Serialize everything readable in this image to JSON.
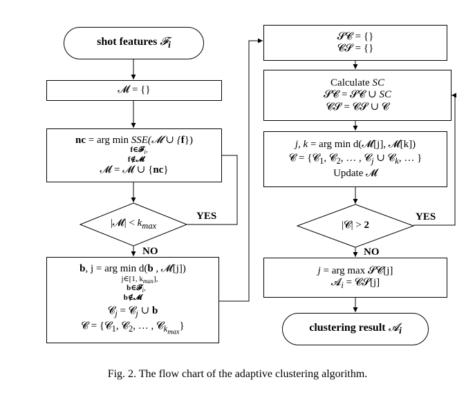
{
  "left": {
    "start": {
      "text": "shot features",
      "symbol": "𝓕",
      "sub": "i"
    },
    "init_m": "𝓜 = {}",
    "select_nc": {
      "line1_a": "nc",
      "line1_b": " = arg ",
      "line1_min": "min",
      "line1_c": "SSE(𝓜 ∪ {",
      "line1_f": "f",
      "line1_d": "})",
      "cond1": "f∈𝓕",
      "cond1_sub": "i",
      "cond2": "f∉𝓜",
      "line2_a": "𝓜 = 𝓜 ∪ {",
      "line2_b": "nc",
      "line2_c": "}"
    },
    "decision": {
      "text_a": "|𝓜| < ",
      "text_k": "k",
      "text_sub": "max"
    },
    "yes_label": "YES",
    "no_label": "NO",
    "assign": {
      "line1_a": "b",
      "line1_b": ", j = arg ",
      "line1_min": "min",
      "line1_c": "d(",
      "line1_d": "b",
      "line1_e": " , 𝓜[j])",
      "cond1": "j∈[1, k",
      "cond1_sub": "max",
      "cond1_end": "],",
      "cond2": "b∈𝓕",
      "cond2_sub": "i",
      "cond2_end": ",",
      "cond3": "b∉𝓜",
      "line2_a": "𝓒",
      "line2_sub1": "j",
      "line2_b": " = 𝓒",
      "line2_sub2": "j",
      "line2_c": " ∪ ",
      "line2_d": "b",
      "line3_a": "𝓒 = {𝓒",
      "line3_s1": "1",
      "line3_b": ", 𝓒",
      "line3_s2": "2",
      "line3_c": ", … , 𝓒",
      "line3_s3": "k",
      "line3_s3b": "max",
      "line3_d": "}"
    }
  },
  "right": {
    "init": {
      "line1": "𝓢𝓒 = {}",
      "line2": "𝓒𝓢 = {}"
    },
    "calc": {
      "line1_a": "Calculate ",
      "line1_b": "SC",
      "line2_a": "𝓢𝓒 = 𝓢𝓒 ∪ ",
      "line2_b": "SC",
      "line3": "𝓒𝓢 = 𝓒𝓢 ∪ 𝓒"
    },
    "merge": {
      "line1_a": "j, k",
      "line1_b": " = arg min d(𝓜[j], 𝓜[k])",
      "line2_a": "𝓒 = {𝓒",
      "line2_s1": "1",
      "line2_b": ", 𝓒",
      "line2_s2": "2",
      "line2_c": ", … , 𝓒",
      "line2_s3": "j",
      "line2_d": " ∪ 𝓒",
      "line2_s4": "k",
      "line2_e": ", … }",
      "line3": "Update 𝓜"
    },
    "decision": {
      "text_a": "|𝓒| > ",
      "text_b": "2"
    },
    "yes_label": "YES",
    "no_label": "NO",
    "result_calc": {
      "line1_a": "j",
      "line1_b": " = arg max 𝓢𝓒[j]",
      "line2_a": "𝓐",
      "line2_sub": "i",
      "line2_b": " = 𝓒𝓢[j]"
    },
    "end": {
      "text": "clustering result",
      "symbol": "𝓐",
      "sub": "i"
    }
  },
  "caption": "Fig. 2.  The flow chart of the adaptive clustering algorithm."
}
